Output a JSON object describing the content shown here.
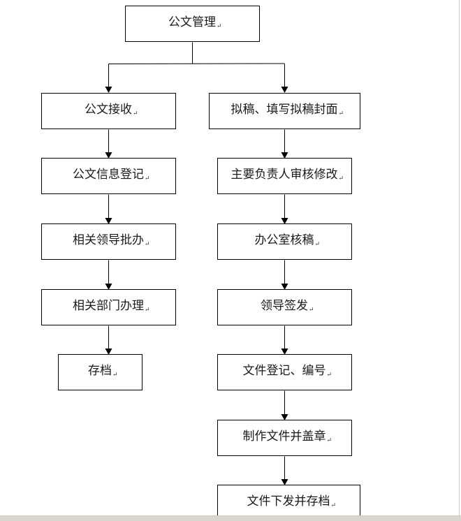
{
  "diagram": {
    "root": {
      "label": "公文管理"
    },
    "branches": [
      {
        "id": "receive",
        "steps": [
          {
            "label": "公文接收"
          },
          {
            "label": "公文信息登记"
          },
          {
            "label": "相关领导批办"
          },
          {
            "label": "相关部门办理"
          },
          {
            "label": "存档"
          }
        ]
      },
      {
        "id": "draft",
        "steps": [
          {
            "label": "拟稿、填写拟稿封面"
          },
          {
            "label": "主要负责人审核修改"
          },
          {
            "label": "办公室核稿"
          },
          {
            "label": "领导签发"
          },
          {
            "label": "文件登记、编号"
          },
          {
            "label": "制作文件并盖章"
          },
          {
            "label": "文件下发并存档"
          }
        ]
      }
    ],
    "paragraph_mark": "↵"
  },
  "colors": {
    "stroke": "#000000",
    "text": "#1a1a1a",
    "background": "#ffffff",
    "statusbar": "#d9d6cf"
  }
}
